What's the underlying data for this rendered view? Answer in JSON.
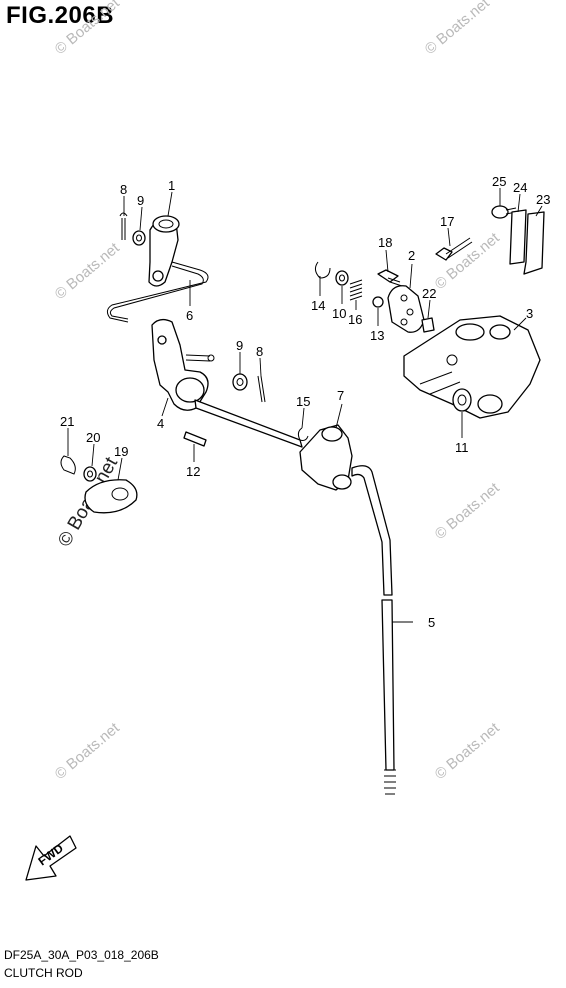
{
  "figure": {
    "title": "FIG.206B",
    "code": "DF25A_30A_P03_018_206B",
    "name": "CLUTCH ROD",
    "fwd_label": "FWD"
  },
  "watermark": {
    "text": "© Boats.net"
  },
  "callouts": [
    "1",
    "2",
    "3",
    "4",
    "5",
    "6",
    "7",
    "8",
    "8",
    "9",
    "9",
    "10",
    "11",
    "12",
    "13",
    "14",
    "15",
    "16",
    "17",
    "18",
    "19",
    "20",
    "21",
    "22",
    "23",
    "24",
    "25"
  ]
}
